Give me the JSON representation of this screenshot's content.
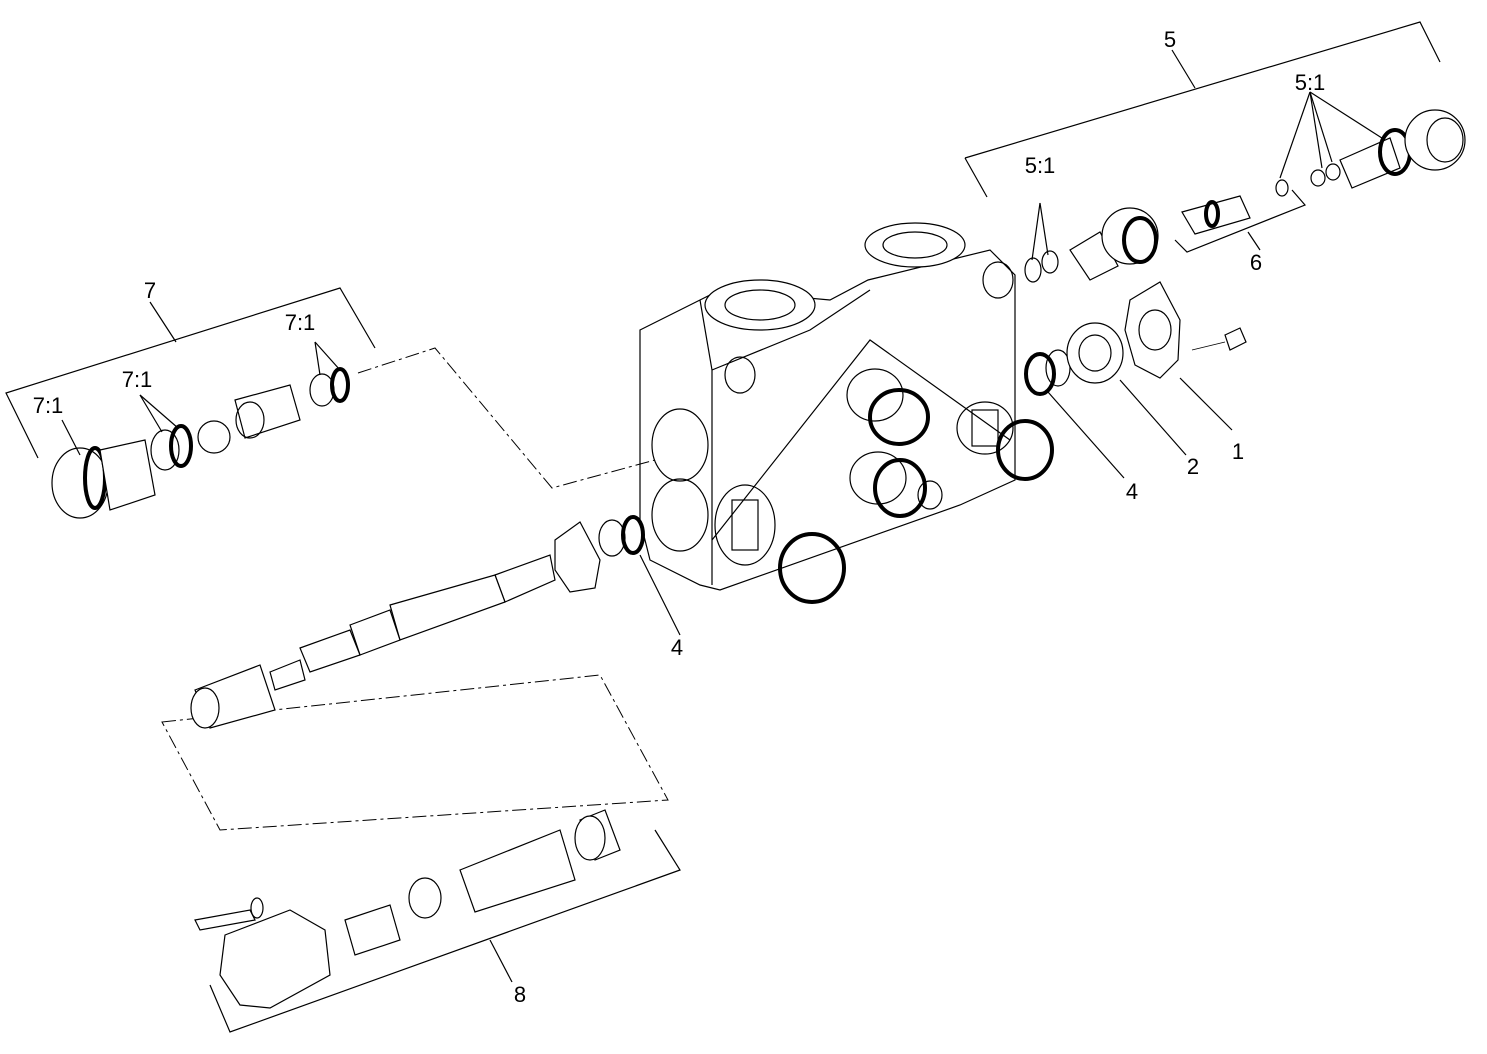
{
  "labels": {
    "l5": "5",
    "l5_1a": "5:1",
    "l5_1b": "5:1",
    "l6": "6",
    "l7": "7",
    "l7_1a": "7:1",
    "l7_1b": "7:1",
    "l7_1c": "7:1",
    "l1": "1",
    "l2": "2",
    "l4a": "4",
    "l4b": "4",
    "l8": "8"
  }
}
